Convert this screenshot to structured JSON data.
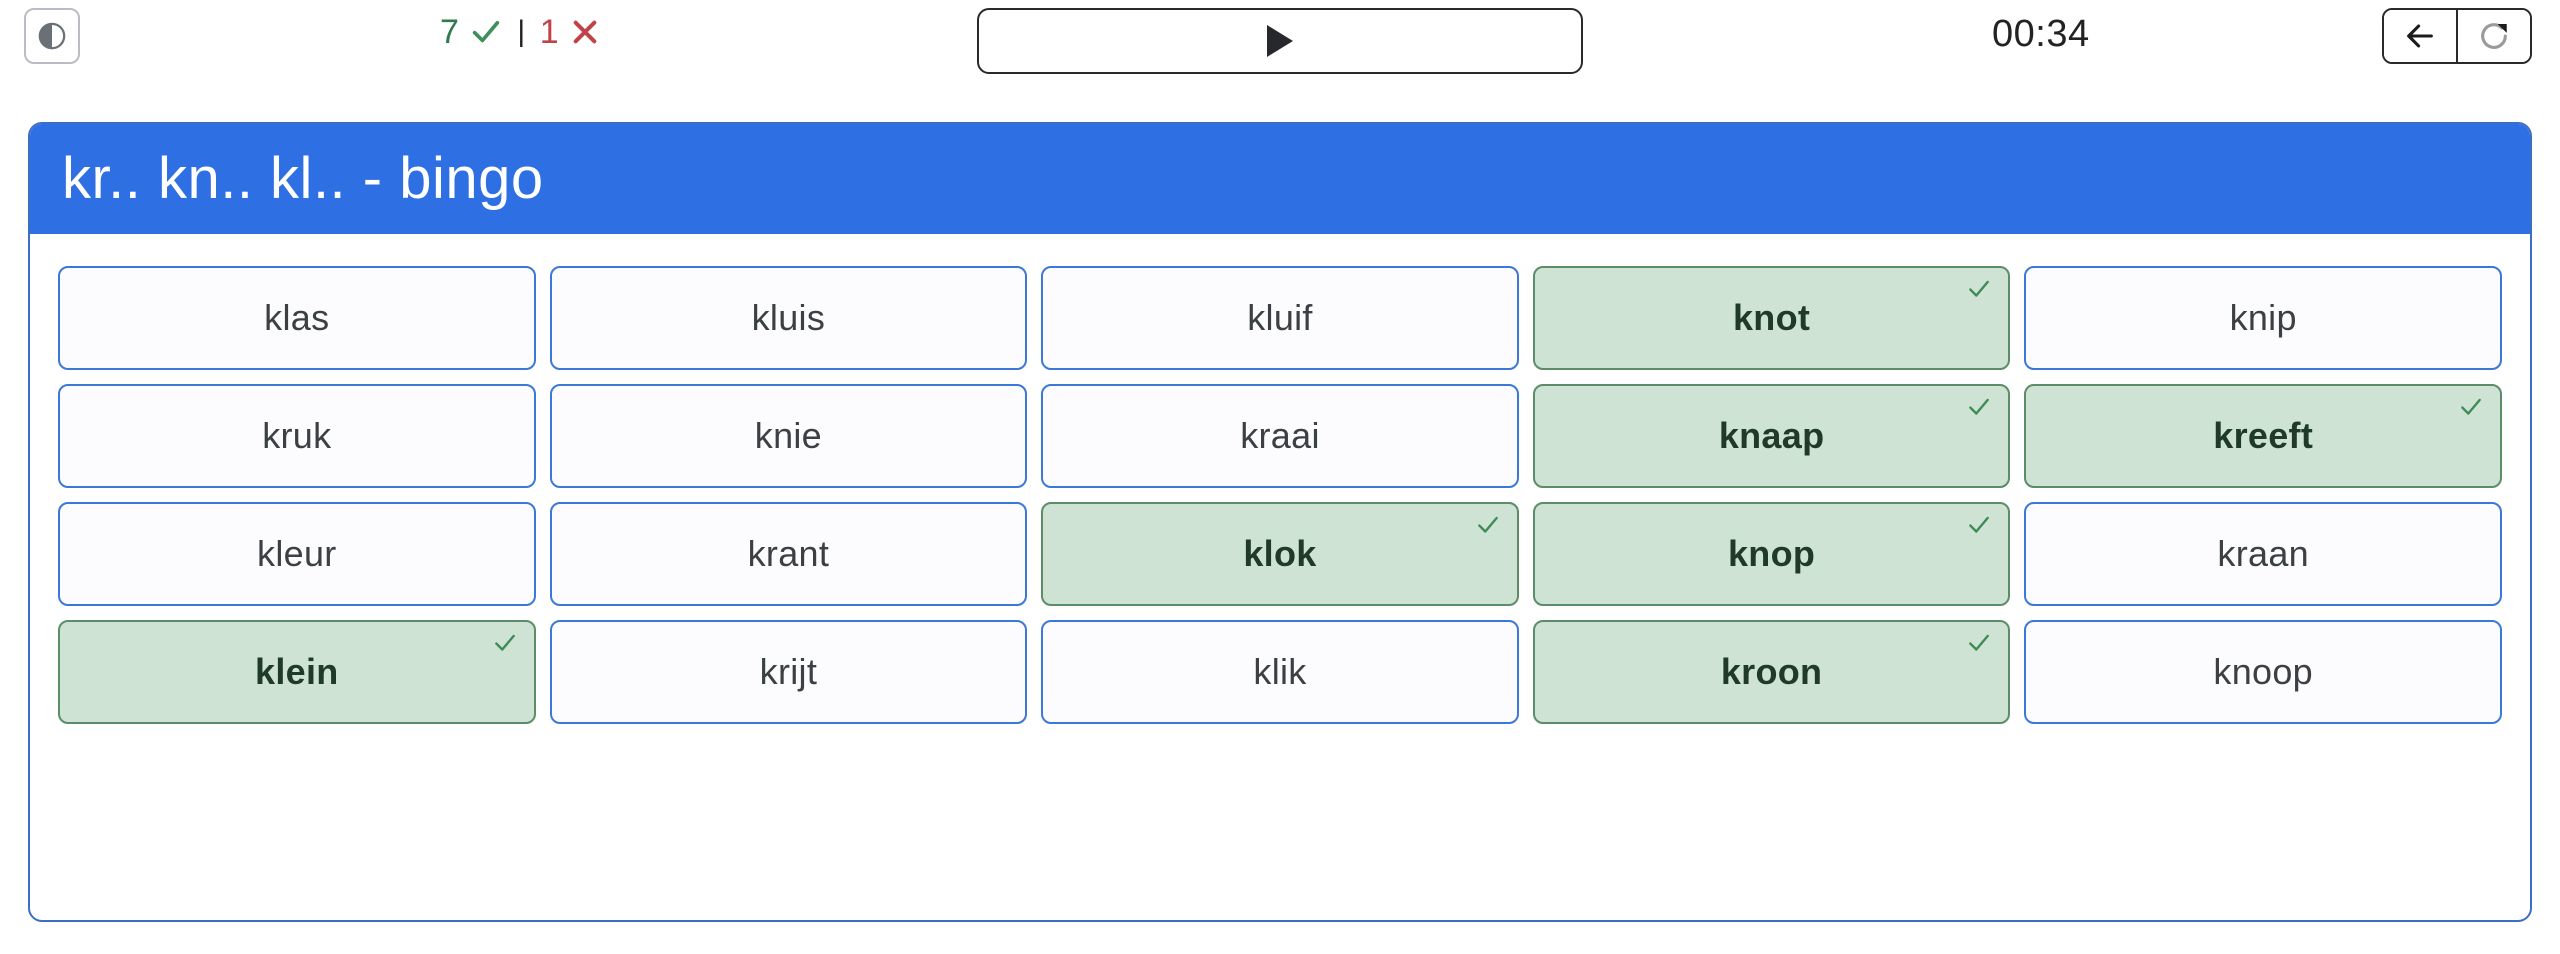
{
  "topbar": {
    "contrast_toggle": {
      "icon": "contrast-icon",
      "label": ""
    },
    "score": {
      "correct_count": "7",
      "correct_icon": "check-icon",
      "separator": "|",
      "wrong_count": "1",
      "wrong_icon": "cross-icon"
    },
    "play_button": {
      "icon": "play-icon",
      "label": ""
    },
    "timer": "00:34",
    "back_button": {
      "icon": "arrow-left-icon",
      "label": ""
    },
    "restart_button": {
      "icon": "refresh-icon",
      "label": ""
    }
  },
  "board": {
    "title": "kr.. kn.. kl.. - bingo",
    "header_color": "#2f6fe4",
    "marked_color": "#cfe3d4",
    "marked_border": "#5d8d68",
    "unmarked_border": "#3c78d8",
    "check_icon": "check-icon",
    "columns": 5,
    "rows": 4,
    "cells": [
      {
        "label": "klas",
        "marked": false
      },
      {
        "label": "kluis",
        "marked": false
      },
      {
        "label": "kluif",
        "marked": false
      },
      {
        "label": "knot",
        "marked": true
      },
      {
        "label": "knip",
        "marked": false
      },
      {
        "label": "kruk",
        "marked": false
      },
      {
        "label": "knie",
        "marked": false
      },
      {
        "label": "kraai",
        "marked": false
      },
      {
        "label": "knaap",
        "marked": true
      },
      {
        "label": "kreeft",
        "marked": true
      },
      {
        "label": "kleur",
        "marked": false
      },
      {
        "label": "krant",
        "marked": false
      },
      {
        "label": "klok",
        "marked": true
      },
      {
        "label": "knop",
        "marked": true
      },
      {
        "label": "kraan",
        "marked": false
      },
      {
        "label": "klein",
        "marked": true
      },
      {
        "label": "krijt",
        "marked": false
      },
      {
        "label": "klik",
        "marked": false
      },
      {
        "label": "kroon",
        "marked": true
      },
      {
        "label": "knoop",
        "marked": false
      }
    ]
  }
}
